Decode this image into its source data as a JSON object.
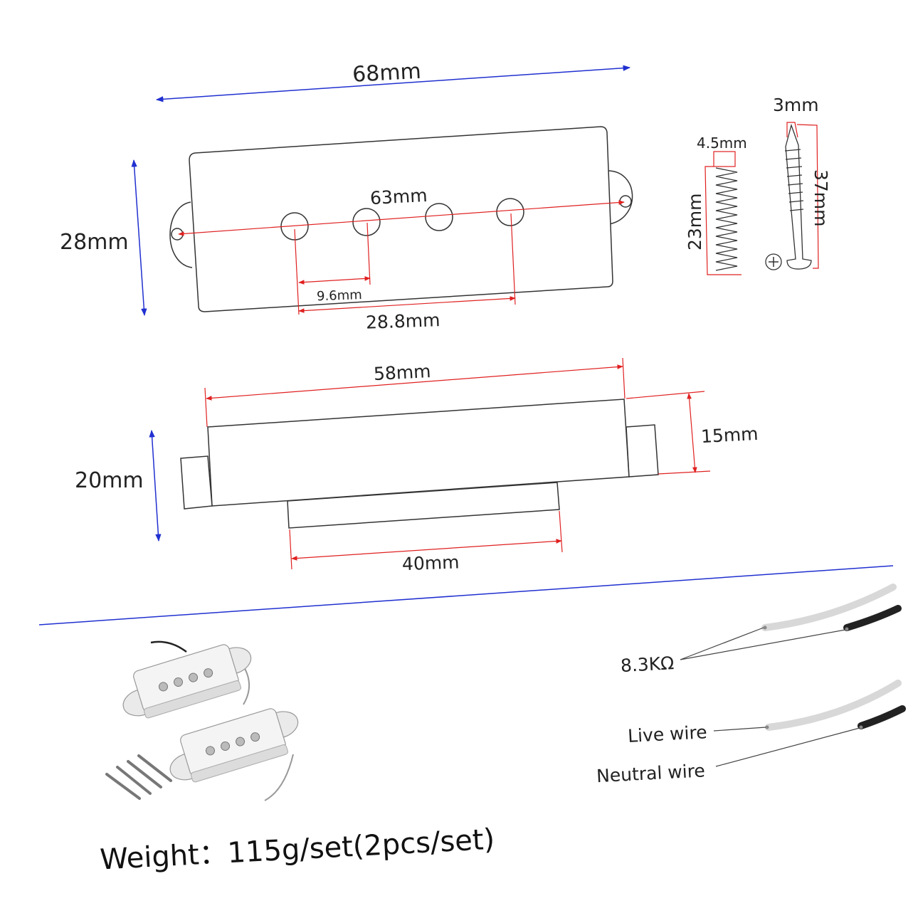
{
  "dimensions": {
    "top_width": "68mm",
    "top_height": "28mm",
    "mount_span": "63mm",
    "pole_spacing": "9.6mm",
    "pole_span": "28.8mm",
    "side_width": "58mm",
    "side_total_height": "20mm",
    "side_body_height": "15mm",
    "bottom_width": "40mm",
    "spring_width": "4.5mm",
    "spring_length": "23mm",
    "screw_diameter": "3mm",
    "screw_length": "37mm"
  },
  "wiring": {
    "resistance": "8.3KΩ",
    "live_wire": "Live wire",
    "neutral_wire": "Neutral wire"
  },
  "weight_text": "Weight：115g/set(2pcs/set)",
  "colors": {
    "dimension_red": "#e02020",
    "dimension_blue": "#2030d0",
    "outline": "#333333",
    "pickup_white": "#f4f4f4"
  }
}
